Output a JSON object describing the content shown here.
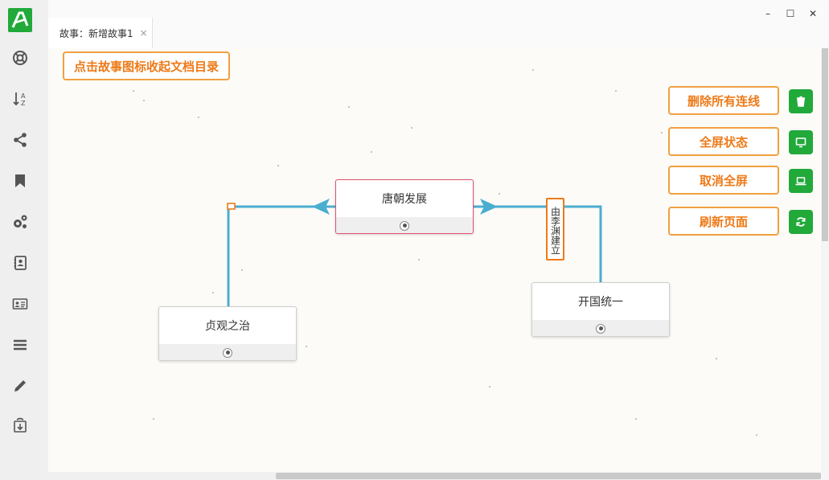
{
  "sidebar": {
    "logo_icon": "app-logo-icon",
    "items": [
      {
        "icon": "lifebuoy-icon"
      },
      {
        "icon": "sort-az-icon"
      },
      {
        "icon": "share-icon"
      },
      {
        "icon": "bookmark-icon"
      },
      {
        "icon": "gears-icon"
      },
      {
        "icon": "contacts-book-icon"
      },
      {
        "icon": "id-card-icon"
      },
      {
        "icon": "list-icon"
      },
      {
        "icon": "pencil-icon"
      },
      {
        "icon": "export-icon"
      }
    ]
  },
  "window": {
    "minimize": "–",
    "maximize": "☐",
    "close": "✕"
  },
  "tab": {
    "label": "故事：新增故事1",
    "close": "×"
  },
  "canvas": {
    "hint": "点击故事图标收起文档目录",
    "nodes": {
      "center": "唐朝发展",
      "left": "贞观之治",
      "right": "开国统一"
    },
    "edge_label": "由李渊建立"
  },
  "actions": {
    "delete_all": "删除所有连线",
    "fullscreen": "全屏状态",
    "exit_fullscreen": "取消全屏",
    "refresh": "刷新页面"
  },
  "colors": {
    "accent_green": "#21a93a",
    "accent_orange": "#ee7a18",
    "connector_blue": "#4aaed0",
    "active_border": "#e05070"
  }
}
